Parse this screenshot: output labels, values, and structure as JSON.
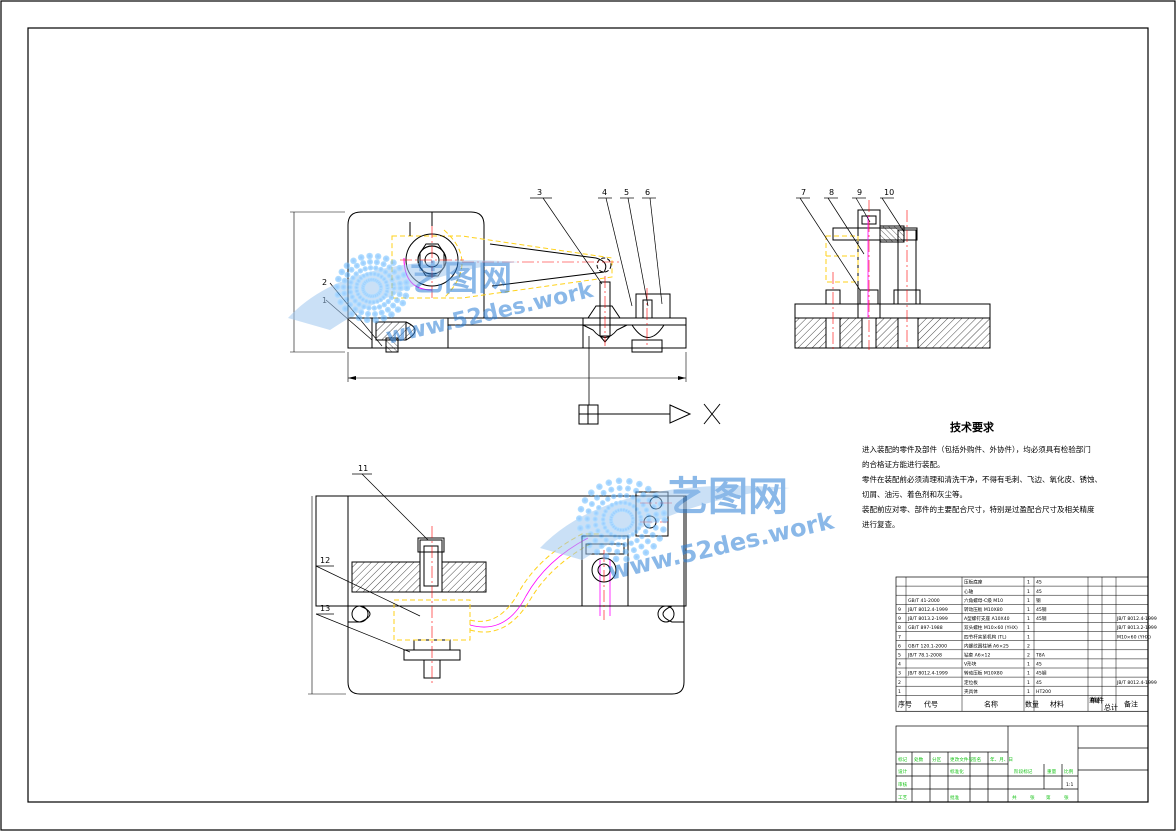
{
  "tech_title": "技术要求",
  "tech_lines": [
    "进入装配的零件及部件（包括外购件、外协件），均必须具有检验部门",
    "的合格证方能进行装配。",
    "零件在装配前必须清理和清洗干净，不得有毛刺、飞边、氧化皮、锈蚀、",
    "切屑、油污、着色剂和灰尘等。",
    "装配前应对零、部件的主要配合尺寸，特别是过盈配合尺寸及相关精度",
    "进行复查。"
  ],
  "balloons": [
    "1",
    "2",
    "3",
    "4",
    "5",
    "6",
    "7",
    "8",
    "9",
    "10",
    "11",
    "12",
    "13"
  ],
  "axis_x_label": "X",
  "watermark": {
    "brand": "艺图网",
    "url": "www.52des.work"
  },
  "bom": {
    "header": [
      "序号",
      "代号",
      "名称",
      "数量",
      "材料",
      "单件",
      "总计",
      "备注"
    ],
    "weight_header": "重量",
    "rows": [
      {
        "no": "",
        "code": "",
        "name": "压板底座",
        "qty": "1",
        "mat": "45"
      },
      {
        "no": "",
        "code": "",
        "name": "心轴",
        "qty": "1",
        "mat": "45"
      },
      {
        "no": "",
        "code": "GB/T 41-2000",
        "name": "六角螺母-C级 M10",
        "qty": "1",
        "mat": "钢"
      },
      {
        "no": "9",
        "code": "JB/T 8012.4-1999",
        "name": "转动压板 M10X80",
        "qty": "1",
        "mat": "45钢"
      },
      {
        "no": "9",
        "code": "JB/T 8013.2-1999",
        "name": "A型螺钉支座 A10X40",
        "qty": "1",
        "mat": "45钢"
      },
      {
        "no": "8",
        "code": "GB/T 897-1988",
        "name": "双头螺柱 M10×60 (YHX)",
        "qty": "1",
        "mat": ""
      },
      {
        "no": "7",
        "code": "",
        "name": "四节杆夹紧机构 (TL)",
        "qty": "1",
        "mat": ""
      },
      {
        "no": "6",
        "code": "GB/T 120.1-2000",
        "name": "内螺纹圆柱销 A6×25",
        "qty": "2",
        "mat": ""
      },
      {
        "no": "5",
        "code": "JB/T 78.1-2008",
        "name": "钻套 A6×12",
        "qty": "2",
        "mat": "T8A"
      },
      {
        "no": "4",
        "code": "",
        "name": "V形块",
        "qty": "1",
        "mat": "45"
      },
      {
        "no": "3",
        "code": "JB/T 8012.4-1999",
        "name": "转动压板 M10X80",
        "qty": "1",
        "mat": "45钢"
      },
      {
        "no": "2",
        "code": "",
        "name": "定位板",
        "qty": "1",
        "mat": "45"
      },
      {
        "no": "1",
        "code": "",
        "name": "夹具体",
        "qty": "1",
        "mat": "HT200"
      }
    ],
    "remarks": [
      "JB/T 8012.4-1999",
      "JB/T 8013.2-1999",
      "M10×60 (YHX)",
      "JB/T 8012.4-1999"
    ]
  },
  "title_block": {
    "labels": [
      "标记",
      "处数",
      "分区",
      "更改文件号",
      "签名",
      "年、月、日",
      "设计",
      "标准化",
      "审核",
      "工艺",
      "批准",
      "阶段标记",
      "重量",
      "比例",
      "共",
      "张",
      "第",
      "张"
    ],
    "scale": "1:1"
  },
  "colors": {
    "line": "#000000",
    "hidden": "#ffd21a",
    "center": "#ff0000",
    "phantom": "#ff00ff",
    "section": "#000000",
    "watermark": "#2b7fd6",
    "title_green": "#17c317"
  }
}
